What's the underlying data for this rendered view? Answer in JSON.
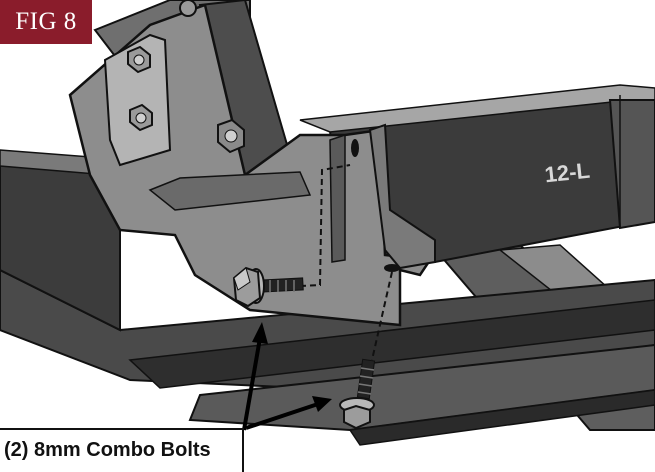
{
  "figure": {
    "label": "FIG 8",
    "part_marking": "12-L",
    "callout": "(2) 8mm Combo Bolts"
  },
  "colors": {
    "fig_tag_background": "#8a1c2b",
    "fig_tag_text": "#ffffff",
    "steel_dark": "#3a3a3a",
    "steel_mid": "#6c6c6c",
    "steel_light": "#9a9a9a",
    "outline": "#111111",
    "background": "#ffffff"
  }
}
